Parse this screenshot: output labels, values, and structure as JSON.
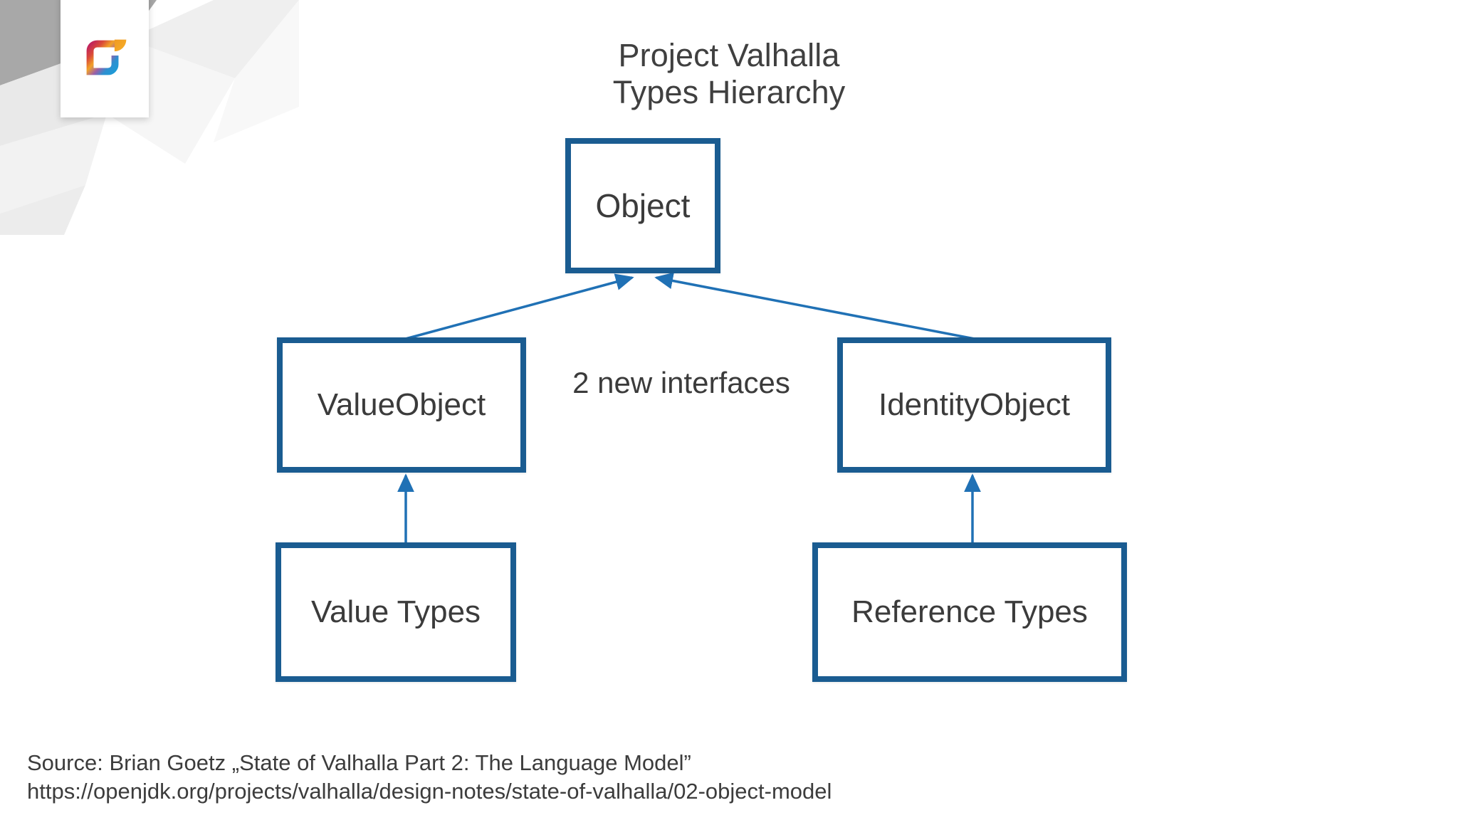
{
  "slide": {
    "title": {
      "line1": "Project Valhalla",
      "line2": "Types Hierarchy"
    },
    "logo": {
      "icon_name": "openjdk-logo-icon"
    },
    "source": {
      "line1": "Source: Brian Goetz  „State of Valhalla Part 2: The Language Model”",
      "line2": "https://openjdk.org/projects/valhalla/design-notes/state-of-valhalla/02-object-model"
    }
  },
  "diagram": {
    "edge_label": "2 new interfaces",
    "nodes": [
      {
        "id": "object",
        "label": "Object"
      },
      {
        "id": "valueobject",
        "label": "ValueObject"
      },
      {
        "id": "identityobject",
        "label": "IdentityObject"
      },
      {
        "id": "valuetypes",
        "label": "Value Types"
      },
      {
        "id": "referencetypes",
        "label": "Reference Types"
      }
    ],
    "edges": [
      {
        "from": "valueobject",
        "to": "object",
        "kind": "implements"
      },
      {
        "from": "identityobject",
        "to": "object",
        "kind": "implements"
      },
      {
        "from": "valuetypes",
        "to": "valueobject",
        "kind": "implements"
      },
      {
        "from": "referencetypes",
        "to": "identityobject",
        "kind": "implements"
      }
    ],
    "colors": {
      "node_border": "#1a5c91",
      "edge_line": "#2071b5",
      "node_fill": "#ffffff",
      "text": "#3b3b3b"
    }
  }
}
